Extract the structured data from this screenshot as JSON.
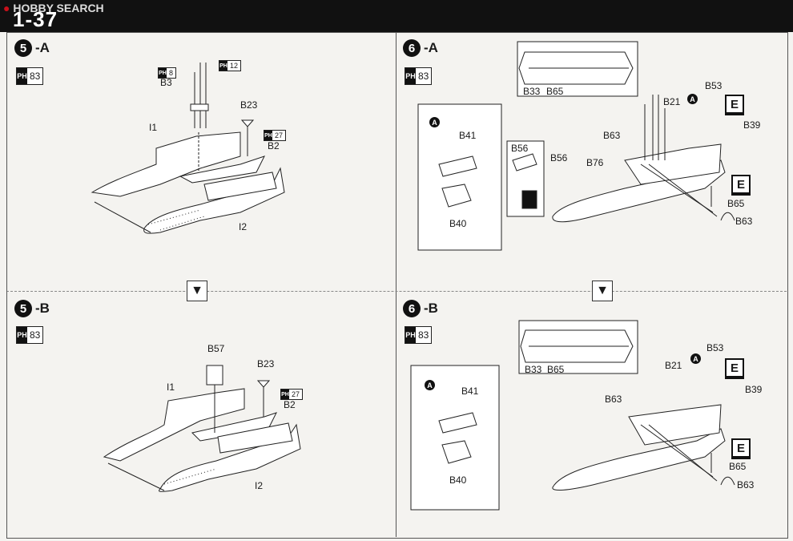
{
  "header": {
    "page_number": "1-37",
    "watermark": "HOBBY SEARCH"
  },
  "next_arrow": "▼",
  "steps": {
    "s5a": {
      "number": "5",
      "suffix": "-A",
      "ph_ref": "83",
      "labels": {
        "p8": "8",
        "p12": "12",
        "b3": "B3",
        "b23": "B23",
        "p27": "27",
        "i1": "I1",
        "b2": "B2",
        "i2": "I2"
      }
    },
    "s6a": {
      "number": "6",
      "suffix": "-A",
      "ph_ref": "83",
      "inset_a": "A",
      "labels": {
        "b33": "B33",
        "b65top": "B65",
        "b41": "B41",
        "b40": "B40",
        "b56box": "B56",
        "b56": "B56",
        "b76": "B76",
        "b21": "B21",
        "b53": "B53",
        "b63": "B63",
        "b39": "B39",
        "b65": "B65",
        "b63b": "B63",
        "e1": "E",
        "e2": "E",
        "a": "A"
      }
    },
    "s5b": {
      "number": "5",
      "suffix": "-B",
      "ph_ref": "83",
      "labels": {
        "b57": "B57",
        "b23": "B23",
        "p27": "27",
        "i1": "I1",
        "b2": "B2",
        "i2": "I2"
      }
    },
    "s6b": {
      "number": "6",
      "suffix": "-B",
      "ph_ref": "83",
      "inset_a": "A",
      "labels": {
        "b33": "B33",
        "b65top": "B65",
        "b41": "B41",
        "b40": "B40",
        "b21": "B21",
        "b53": "B53",
        "b63": "B63",
        "b39": "B39",
        "b65": "B65",
        "b63b": "B63",
        "e1": "E",
        "e2": "E",
        "a": "A"
      }
    }
  }
}
